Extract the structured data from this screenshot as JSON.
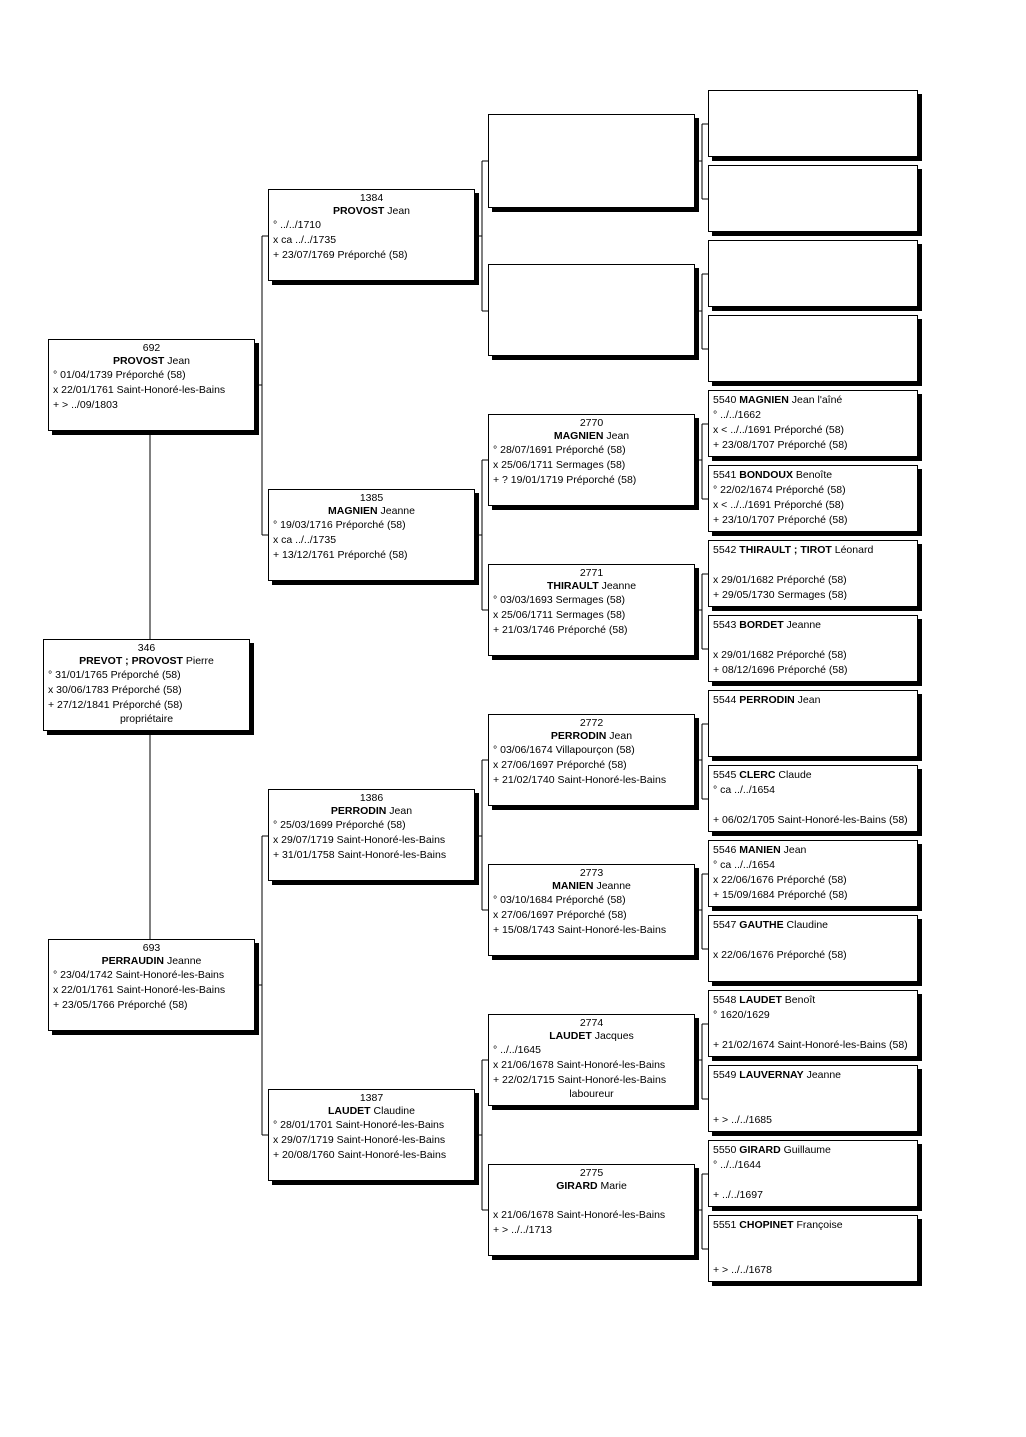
{
  "persons": {
    "p346": {
      "num": "346",
      "surname": "PREVOT ; PROVOST",
      "given": "Pierre",
      "birth": "° 31/01/1765 Préporché (58)",
      "marriage": "x 30/06/1783 Préporché (58)",
      "death": "+ 27/12/1841 Préporché (58)",
      "occupation": "propriétaire"
    },
    "p692": {
      "num": "692",
      "surname": "PROVOST",
      "given": "Jean",
      "birth": "° 01/04/1739 Préporché (58)",
      "marriage": "x 22/01/1761 Saint-Honoré-les-Bains",
      "death": "+ > ../09/1803"
    },
    "p693": {
      "num": "693",
      "surname": "PERRAUDIN",
      "given": "Jeanne",
      "birth": "° 23/04/1742 Saint-Honoré-les-Bains",
      "marriage": "x 22/01/1761 Saint-Honoré-les-Bains",
      "death": "+ 23/05/1766 Préporché (58)"
    },
    "p1384": {
      "num": "1384",
      "surname": "PROVOST",
      "given": "Jean",
      "birth": "° ../../1710",
      "marriage": "x ca ../../1735",
      "death": "+ 23/07/1769 Préporché (58)"
    },
    "p1385": {
      "num": "1385",
      "surname": "MAGNIEN",
      "given": "Jeanne",
      "birth": "° 19/03/1716 Préporché (58)",
      "marriage": "x ca ../../1735",
      "death": "+ 13/12/1761 Préporché (58)"
    },
    "p1386": {
      "num": "1386",
      "surname": "PERRODIN",
      "given": "Jean",
      "birth": "° 25/03/1699 Préporché (58)",
      "marriage": "x 29/07/1719 Saint-Honoré-les-Bains",
      "death": "+ 31/01/1758 Saint-Honoré-les-Bains"
    },
    "p1387": {
      "num": "1387",
      "surname": "LAUDET",
      "given": "Claudine",
      "birth": "° 28/01/1701 Saint-Honoré-les-Bains",
      "marriage": "x 29/07/1719 Saint-Honoré-les-Bains",
      "death": "+ 20/08/1760 Saint-Honoré-les-Bains"
    },
    "p2770": {
      "num": "2770",
      "surname": "MAGNIEN",
      "given": "Jean",
      "birth": "° 28/07/1691 Préporché (58)",
      "marriage": "x 25/06/1711 Sermages (58)",
      "death": "+ ? 19/01/1719 Préporché (58)"
    },
    "p2771": {
      "num": "2771",
      "surname": "THIRAULT",
      "given": "Jeanne",
      "birth": "° 03/03/1693 Sermages (58)",
      "marriage": "x 25/06/1711 Sermages (58)",
      "death": "+ 21/03/1746 Préporché (58)"
    },
    "p2772": {
      "num": "2772",
      "surname": "PERRODIN",
      "given": "Jean",
      "birth": "° 03/06/1674 Villapourçon (58)",
      "marriage": "x 27/06/1697 Préporché (58)",
      "death": "+ 21/02/1740 Saint-Honoré-les-Bains"
    },
    "p2773": {
      "num": "2773",
      "surname": "MANIEN",
      "given": "Jeanne",
      "birth": "° 03/10/1684 Préporché (58)",
      "marriage": "x 27/06/1697 Préporché (58)",
      "death": "+ 15/08/1743 Saint-Honoré-les-Bains"
    },
    "p2774": {
      "num": "2774",
      "surname": "LAUDET",
      "given": "Jacques",
      "birth": "° ../../1645",
      "marriage": "x 21/06/1678 Saint-Honoré-les-Bains",
      "death": "+ 22/02/1715 Saint-Honoré-les-Bains",
      "occupation": "laboureur"
    },
    "p2775": {
      "num": "2775",
      "surname": "GIRARD",
      "given": "Marie",
      "birth": "",
      "marriage": "x 21/06/1678 Saint-Honoré-les-Bains",
      "death": "+ > ../../1713"
    },
    "p5540": {
      "num": "5540",
      "surname": "MAGNIEN",
      "given": "Jean l'aîné",
      "birth": "° ../../1662",
      "marriage": "x < ../../1691 Préporché (58)",
      "death": "+ 23/08/1707 Préporché (58)"
    },
    "p5541": {
      "num": "5541",
      "surname": "BONDOUX",
      "given": "Benoîte",
      "birth": "° 22/02/1674 Préporché (58)",
      "marriage": "x < ../../1691 Préporché (58)",
      "death": "+ 23/10/1707 Préporché (58)"
    },
    "p5542": {
      "num": "5542",
      "surname": "THIRAULT ; TIROT",
      "given": "Léonard",
      "birth": "",
      "marriage": "x 29/01/1682 Préporché (58)",
      "death": "+ 29/05/1730 Sermages (58)"
    },
    "p5543": {
      "num": "5543",
      "surname": "BORDET",
      "given": "Jeanne",
      "birth": "",
      "marriage": "x 29/01/1682 Préporché (58)",
      "death": "+ 08/12/1696 Préporché (58)"
    },
    "p5544": {
      "num": "5544",
      "surname": "PERRODIN",
      "given": "Jean",
      "birth": "",
      "marriage": "",
      "death": ""
    },
    "p5545": {
      "num": "5545",
      "surname": "CLERC",
      "given": "Claude",
      "birth": "° ca ../../1654",
      "marriage": "",
      "death": "+ 06/02/1705 Saint-Honoré-les-Bains (58)"
    },
    "p5546": {
      "num": "5546",
      "surname": "MANIEN",
      "given": "Jean",
      "birth": "° ca ../../1654",
      "marriage": "x 22/06/1676 Préporché (58)",
      "death": "+ 15/09/1684 Préporché (58)"
    },
    "p5547": {
      "num": "5547",
      "surname": "GAUTHE",
      "given": "Claudine",
      "birth": "",
      "marriage": "x 22/06/1676 Préporché (58)",
      "death": ""
    },
    "p5548": {
      "num": "5548",
      "surname": "LAUDET",
      "given": "Benoît",
      "birth": "° 1620/1629",
      "marriage": "",
      "death": "+ 21/02/1674 Saint-Honoré-les-Bains (58)"
    },
    "p5549": {
      "num": "5549",
      "surname": "LAUVERNAY",
      "given": "Jeanne",
      "birth": "",
      "marriage": "",
      "death": "+ > ../../1685"
    },
    "p5550": {
      "num": "5550",
      "surname": "GIRARD",
      "given": "Guillaume",
      "birth": "° ../../1644",
      "marriage": "",
      "death": "+ ../../1697"
    },
    "p5551": {
      "num": "5551",
      "surname": "CHOPINET",
      "given": "Françoise",
      "birth": "",
      "marriage": "",
      "death": "+ > ../../1678"
    }
  }
}
